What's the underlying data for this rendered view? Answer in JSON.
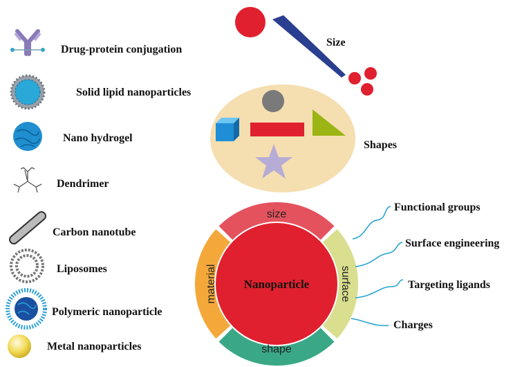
{
  "nano_types": [
    {
      "label": "Drug-protein conjugation",
      "icon": "antibody-icon"
    },
    {
      "label": "Solid lipid nanoparticles",
      "icon": "solid-lipid-nanoparticle-icon"
    },
    {
      "label": "Nano hydrogel",
      "icon": "nano-hydrogel-icon"
    },
    {
      "label": "Dendrimer",
      "icon": "dendrimer-icon"
    },
    {
      "label": "Carbon nanotube",
      "icon": "carbon-nanotube-icon"
    },
    {
      "label": "Liposomes",
      "icon": "liposome-icon"
    },
    {
      "label": "Polymeric nanoparticle",
      "icon": "polymeric-nanoparticle-icon"
    },
    {
      "label": "Metal nanoparticles",
      "icon": "metal-nanoparticle-icon"
    }
  ],
  "size_label": "Size",
  "shapes_label": "Shapes",
  "ring": {
    "center": "Nanoparticle",
    "segments": {
      "top": "size",
      "right": "surface",
      "bottom": "shape",
      "left": "material"
    }
  },
  "surface_features": [
    "Functional groups",
    "Surface engineering",
    "Targeting ligands",
    "Charges"
  ],
  "colors": {
    "red": "#e0202e",
    "size_segment": "#e4525e",
    "surface_segment": "#d9df8f",
    "shape_segment": "#3aa887",
    "material_segment": "#f5a83a",
    "shapes_bg": "#f5deb0",
    "navy": "#2a3f8f",
    "wire": "#1ea0d0"
  }
}
